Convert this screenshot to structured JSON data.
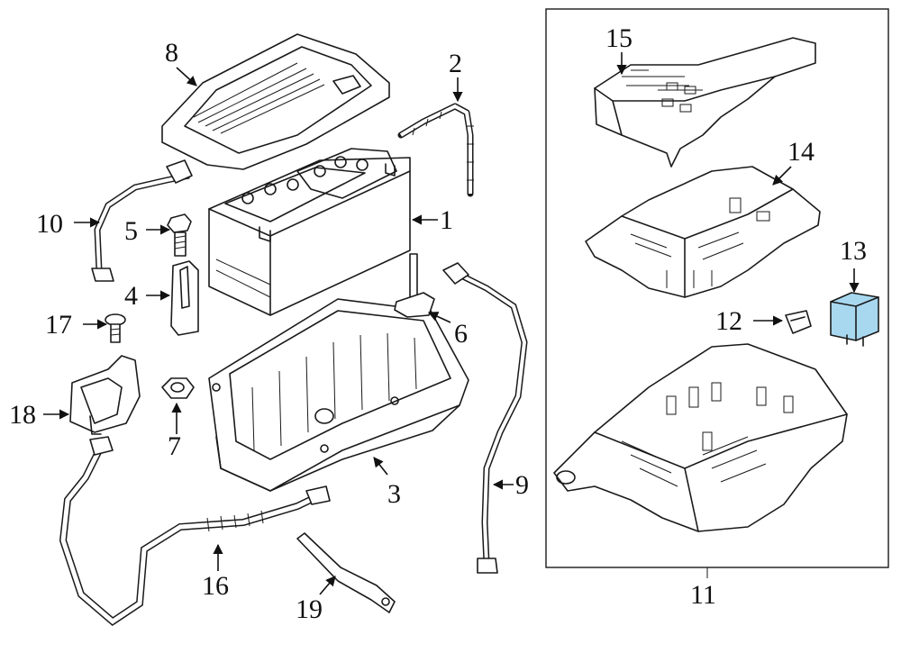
{
  "callouts": [
    {
      "id": "1",
      "text": "1"
    },
    {
      "id": "2",
      "text": "2"
    },
    {
      "id": "3",
      "text": "3"
    },
    {
      "id": "4",
      "text": "4"
    },
    {
      "id": "5",
      "text": "5"
    },
    {
      "id": "6",
      "text": "6"
    },
    {
      "id": "7",
      "text": "7"
    },
    {
      "id": "8",
      "text": "8"
    },
    {
      "id": "9",
      "text": "9"
    },
    {
      "id": "10",
      "text": "10"
    },
    {
      "id": "11",
      "text": "11"
    },
    {
      "id": "12",
      "text": "12"
    },
    {
      "id": "13",
      "text": "13"
    },
    {
      "id": "14",
      "text": "14"
    },
    {
      "id": "15",
      "text": "15"
    },
    {
      "id": "16",
      "text": "16"
    },
    {
      "id": "17",
      "text": "17"
    },
    {
      "id": "18",
      "text": "18"
    },
    {
      "id": "19",
      "text": "19"
    }
  ],
  "colors": {
    "line": "#1a1a1a",
    "highlight": "#a8d8f0",
    "background": "#ffffff"
  }
}
